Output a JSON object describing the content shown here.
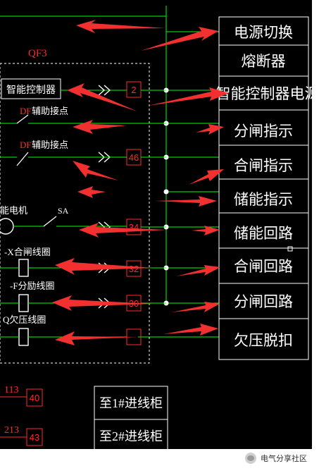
{
  "colors": {
    "background": "#000000",
    "green_wire": "#00ff00",
    "white": "#ffffff",
    "red_text": "#ff2a2a",
    "red_arrow": "#f23030"
  },
  "device": {
    "name": "QF3",
    "controller_label": "智能控制器",
    "aux_contact_1": {
      "tag": "DF",
      "label": "辅助接点"
    },
    "aux_contact_2": {
      "tag": "DF",
      "label": "辅助接点"
    },
    "motor_label": "能电机",
    "switch_label": "SA",
    "closing_coil": "-X合闸线圈",
    "shunt_coil": "-F分励线圈",
    "undervoltage_coil": "Q欠压线圈"
  },
  "terminals": [
    "2",
    "46",
    "34",
    "32",
    "30"
  ],
  "right_labels": [
    "电源切换",
    "熔断器",
    "智能控制器电源",
    "分闸指示",
    "合闸指示",
    "储能指示",
    "储能回路",
    "合闸回路",
    "分闸回路",
    "欠压脱扣"
  ],
  "lower_left": [
    {
      "wire": "113",
      "terminal": "40"
    },
    {
      "wire": "213",
      "terminal": "43"
    }
  ],
  "cabinet_labels": [
    "至1#进线柜",
    "至2#进线柜"
  ],
  "watermark": "电气分享社区"
}
